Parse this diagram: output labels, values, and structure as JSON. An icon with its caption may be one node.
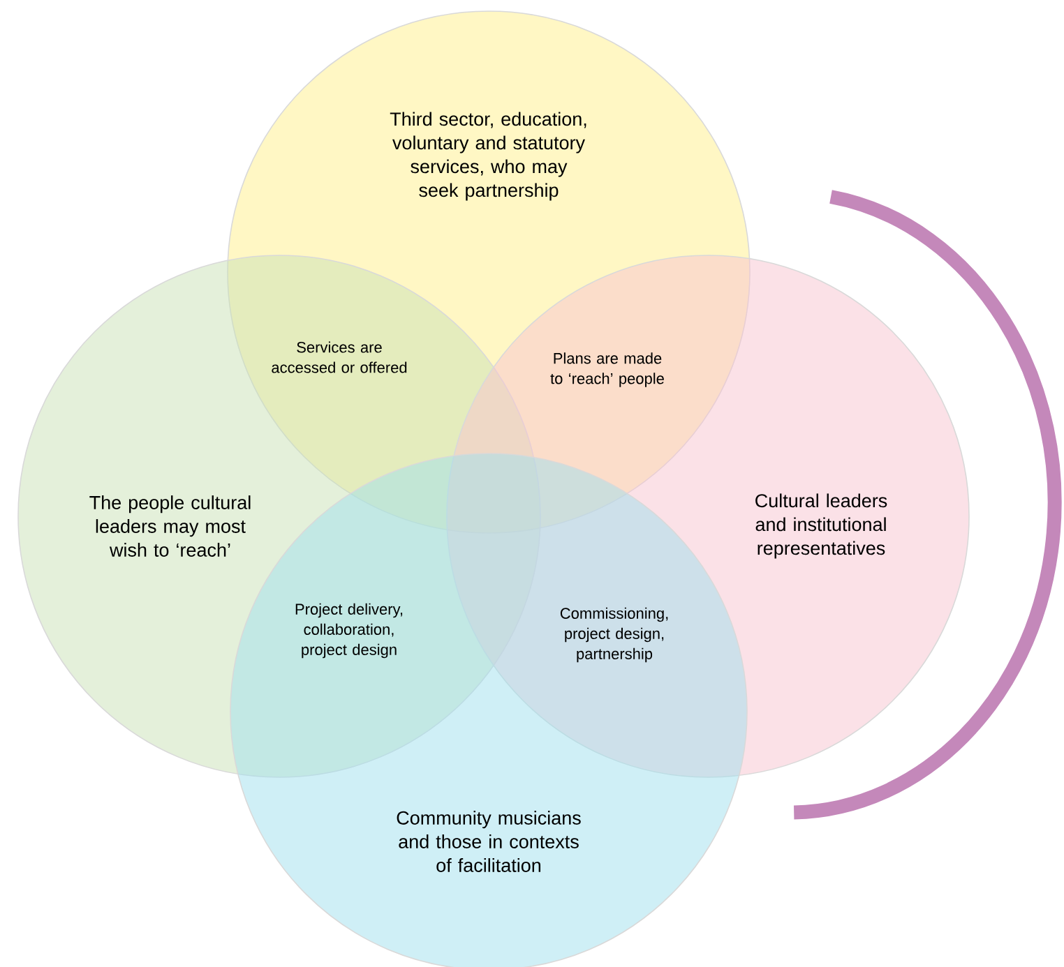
{
  "diagram": {
    "nodes": [
      {
        "text": [
          "Third sector, education, voluntary and statutory services, who may seek partnership"
        ]
      },
      {
        "text": [
          "The people cultural leaders may most wish to ‘reach’"
        ]
      },
      {
        "text": [
          "Cultural leaders and institutional representatives"
        ]
      },
      {
        "text": [
          "Community musicians and those in contexts of facilitation"
        ]
      }
    ],
    "edges": [],
    "labels": [
      "Services are accessed or offered",
      "Plans are made to ‘reach’ people",
      "Project delivery, collaboration, project design",
      "Commissioning, project design, partnership"
    ]
  }
}
